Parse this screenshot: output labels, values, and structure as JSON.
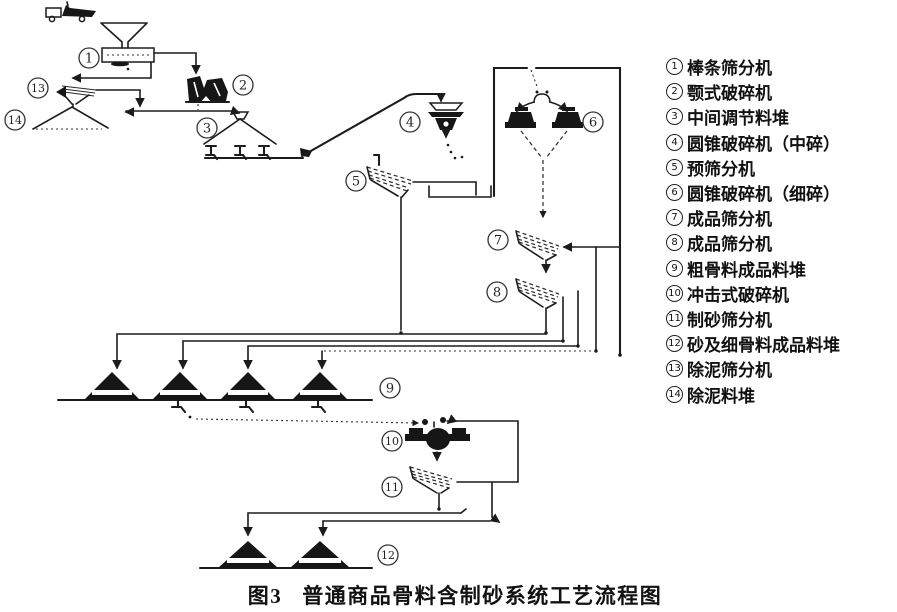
{
  "figure": {
    "label": "图3",
    "title": "普通商品骨料含制砂系统工艺流程图"
  },
  "colors": {
    "ink": "#1c1c1c",
    "background": "#ffffff"
  },
  "diagram": {
    "labels": [
      "1",
      "2",
      "3",
      "4",
      "5",
      "6",
      "7",
      "8",
      "9",
      "10",
      "11",
      "12",
      "13",
      "14"
    ],
    "equipment": [
      "dump-truck",
      "receiving-hopper",
      "bar-screen",
      "jaw-crusher",
      "intermediate-stockpile",
      "cone-crusher-medium",
      "pre-screen",
      "cone-crusher-fine",
      "product-screen-7",
      "product-screen-8",
      "coarse-aggregate-stockpiles",
      "impact-crusher",
      "sand-screen",
      "sand-stockpiles",
      "mud-screen",
      "mud-stockpile"
    ]
  },
  "legend": {
    "items": [
      {
        "num": "1",
        "label": "棒条筛分机"
      },
      {
        "num": "2",
        "label": "颚式破碎机"
      },
      {
        "num": "3",
        "label": "中间调节料堆"
      },
      {
        "num": "4",
        "label": "圆锥破碎机（中碎）"
      },
      {
        "num": "5",
        "label": "预筛分机"
      },
      {
        "num": "6",
        "label": "圆锥破碎机（细碎）"
      },
      {
        "num": "7",
        "label": "成品筛分机"
      },
      {
        "num": "8",
        "label": "成品筛分机"
      },
      {
        "num": "9",
        "label": "粗骨料成品料堆"
      },
      {
        "num": "10",
        "label": "冲击式破碎机"
      },
      {
        "num": "11",
        "label": "制砂筛分机"
      },
      {
        "num": "12",
        "label": "砂及细骨料成品料堆"
      },
      {
        "num": "13",
        "label": "除泥筛分机"
      },
      {
        "num": "14",
        "label": "除泥料堆"
      }
    ]
  }
}
